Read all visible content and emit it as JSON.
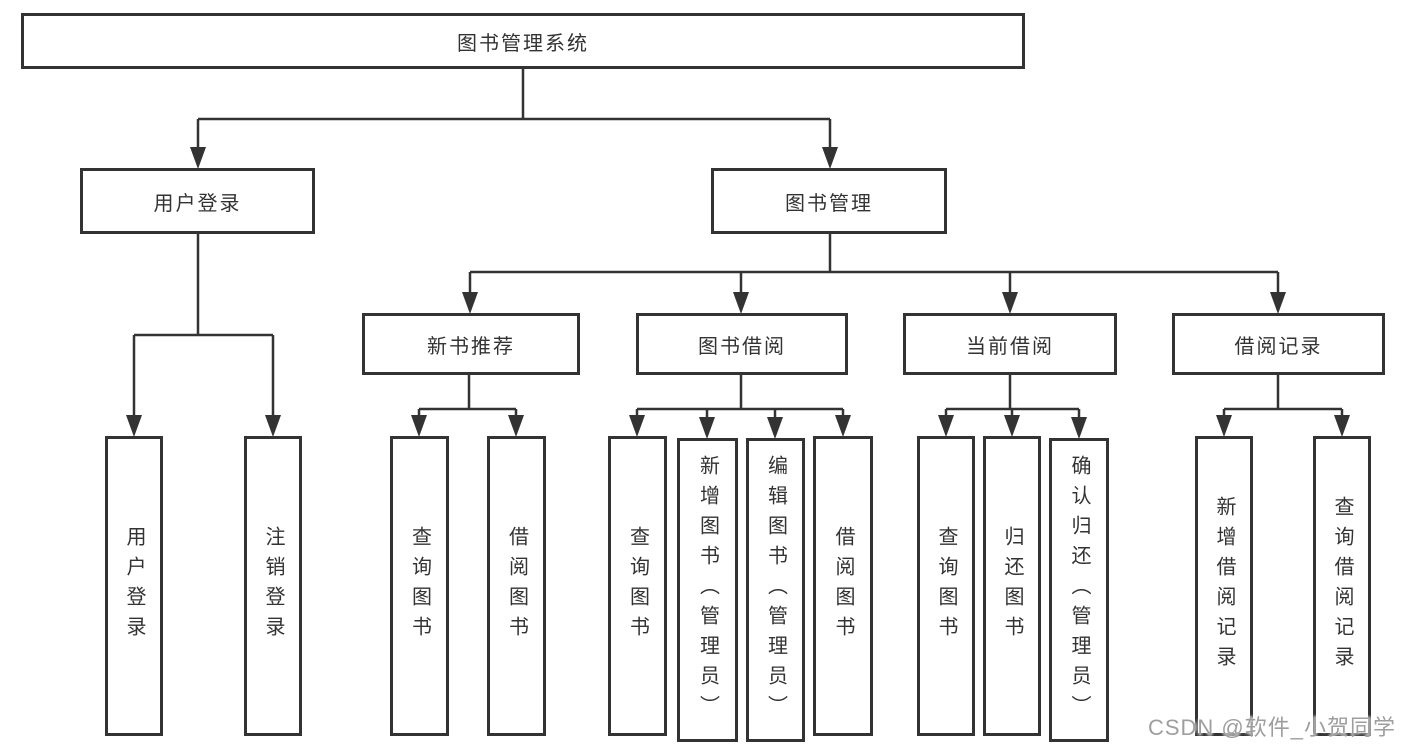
{
  "diagram": {
    "root": {
      "label": "图书管理系统"
    },
    "level2": [
      {
        "label": "用户登录",
        "children": [
          {
            "label": "用户登录"
          },
          {
            "label": "注销登录"
          }
        ]
      },
      {
        "label": "图书管理",
        "children": [
          {
            "label": "新书推荐",
            "children": [
              {
                "label": "查询图书"
              },
              {
                "label": "借阅图书"
              }
            ]
          },
          {
            "label": "图书借阅",
            "children": [
              {
                "label": "查询图书"
              },
              {
                "label": "新增图书（管理员）"
              },
              {
                "label": "编辑图书（管理员）"
              },
              {
                "label": "借阅图书"
              }
            ]
          },
          {
            "label": "当前借阅",
            "children": [
              {
                "label": "查询图书"
              },
              {
                "label": "归还图书"
              },
              {
                "label": "确认归还（管理员）"
              }
            ]
          },
          {
            "label": "借阅记录",
            "children": [
              {
                "label": "新增借阅记录"
              },
              {
                "label": "查询借阅记录"
              }
            ]
          }
        ]
      }
    ]
  },
  "watermark": {
    "text": "CSDN @软件_小贺同学"
  },
  "colors": {
    "line": "#333333",
    "text": "#333333",
    "background": "#ffffff",
    "watermark": "#9e9e9e"
  }
}
